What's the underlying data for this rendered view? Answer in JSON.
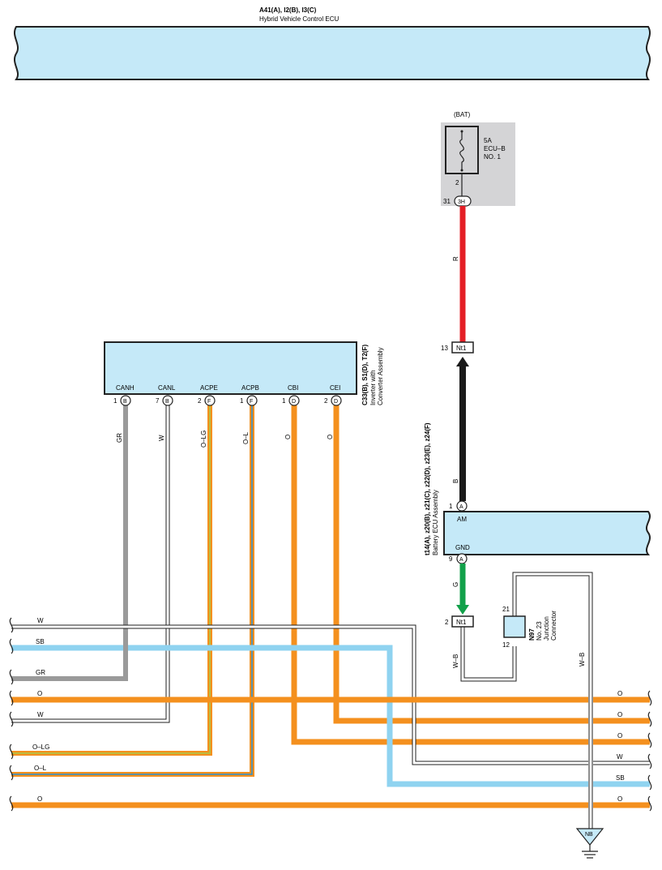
{
  "ecu": {
    "connectors": "A41(A), I2(B), I3(C)",
    "name": "Hybrid Vehicle Control ECU"
  },
  "fuse": {
    "source": "(BAT)",
    "rating": "5A",
    "name": "ECU–B",
    "number": "NO. 1",
    "pin": "2",
    "connector_pin": "31",
    "connector_id": "3H"
  },
  "nt1": {
    "id": "Nt1",
    "pin_upper": "13",
    "pin_lower": "2"
  },
  "wire_colors": {
    "R": "#e41f26",
    "B": "#1a1a1a",
    "G": "#12a14a",
    "O": "#f4901e",
    "GR": "#9a9a9a",
    "SB": "#8fd3f0",
    "W": "#ffffff",
    "WB": "#ffffff",
    "O_LG": "#f4901e",
    "O_L": "#f4901e",
    "box": "#c5e9f8",
    "fusebox": "#d4d4d6"
  },
  "inverter": {
    "connectors": "C33(B), S1(D), T2(F)",
    "name_line1": "Inverter with",
    "name_line2": "Converter Assembly",
    "terminals": [
      {
        "name": "CANH",
        "pin": "1",
        "conn": "B",
        "wire": "GR"
      },
      {
        "name": "CANL",
        "pin": "7",
        "conn": "B",
        "wire": "W"
      },
      {
        "name": "ACPE",
        "pin": "2",
        "conn": "F",
        "wire": "O–LG"
      },
      {
        "name": "ACPB",
        "pin": "1",
        "conn": "F",
        "wire": "O–L"
      },
      {
        "name": "CBI",
        "pin": "1",
        "conn": "D",
        "wire": "O"
      },
      {
        "name": "CEI",
        "pin": "2",
        "conn": "D",
        "wire": "O"
      }
    ]
  },
  "battery_ecu": {
    "connectors": "t14(A), z20(B), z21(C), z22(D), z23(E), z24(F)",
    "name": "Battery ECU Assembly",
    "am": "AM",
    "am_pin": "1",
    "am_conn": "A",
    "gnd": "GND",
    "gnd_pin": "9",
    "gnd_conn": "A"
  },
  "junction": {
    "id": "N97",
    "line1": "No. 23",
    "line2": "Junction",
    "line3": "Connector",
    "pin_top": "21",
    "pin_bottom": "12"
  },
  "wire_labels": {
    "r": "R",
    "b": "B",
    "g": "G",
    "wb_left": "W–B",
    "wb_right": "W–B"
  },
  "left_bus": [
    "W",
    "SB",
    "GR",
    "O",
    "W",
    "O–LG",
    "O–L",
    "O"
  ],
  "right_bus": [
    "O",
    "O",
    "O",
    "W",
    "SB",
    "O"
  ],
  "ground": "NB"
}
